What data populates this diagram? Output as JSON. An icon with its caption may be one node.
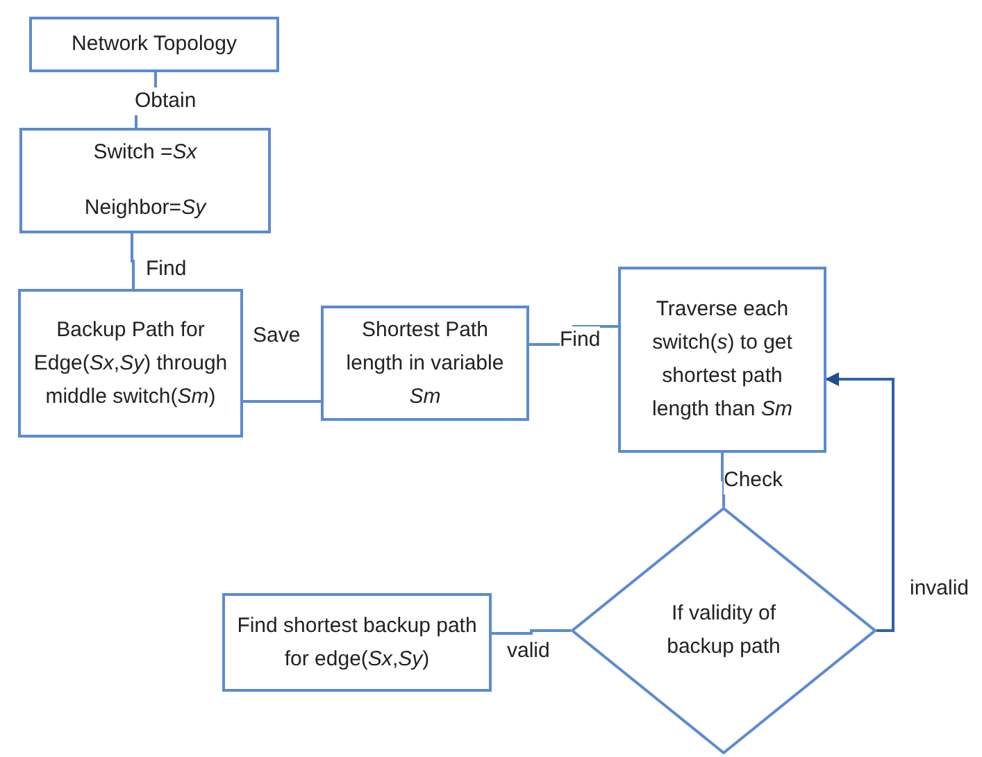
{
  "diagram": {
    "nodes": [
      {
        "text": [
          "Network Topology"
        ]
      },
      {
        "text": [
          "Switch =*Sx*",
          "Neighbor=*Sy*"
        ]
      },
      {
        "text": [
          "Backup Path for Edge(*Sx*,*Sy*) through middle switch(*Sm*)"
        ]
      },
      {
        "text": [
          "Shortest Path length in variable *Sm*"
        ]
      },
      {
        "text": [
          "Traverse each switch(*s*) to get shortest path length than *Sm*"
        ]
      },
      {
        "text": [
          "If validity of backup path"
        ]
      },
      {
        "text": [
          "Find shortest backup path for edge(*Sx*,*Sy*)"
        ]
      }
    ],
    "edges": [
      {
        "from": 0,
        "to": 1,
        "arrow": "none",
        "label": "Obtain"
      },
      {
        "from": 1,
        "to": 2,
        "arrow": "none",
        "label": "Find"
      },
      {
        "from": 2,
        "to": 3,
        "arrow": "none",
        "label": "Save"
      },
      {
        "from": 3,
        "to": 4,
        "arrow": "none",
        "label": "Find"
      },
      {
        "from": 4,
        "to": 5,
        "arrow": "none",
        "label": "Check"
      },
      {
        "from": 5,
        "to": 6,
        "arrow": "none",
        "label": "valid"
      },
      {
        "from": 5,
        "to": 4,
        "arrow": "to",
        "label": "invalid"
      }
    ]
  }
}
